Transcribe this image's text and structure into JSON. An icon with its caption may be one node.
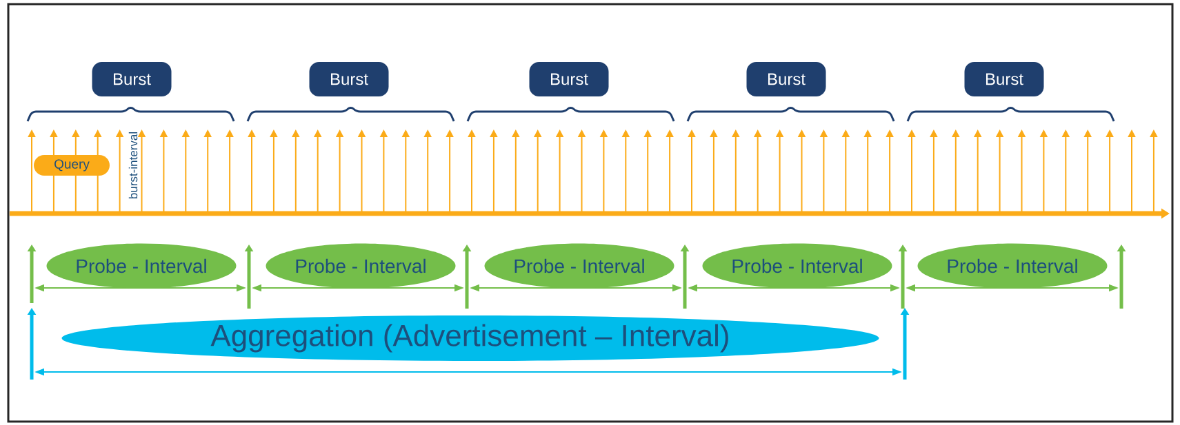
{
  "diagram": {
    "nodes": [
      {
        "text": [
          "Burst"
        ]
      },
      {
        "text": [
          "Burst"
        ]
      },
      {
        "text": [
          "Burst"
        ]
      },
      {
        "text": [
          "Burst"
        ]
      },
      {
        "text": [
          "Burst"
        ]
      },
      {
        "text": [
          "Query"
        ]
      },
      {
        "text": [
          "Probe - Interval"
        ]
      },
      {
        "text": [
          "Probe - Interval"
        ]
      },
      {
        "text": [
          "Probe - Interval"
        ]
      },
      {
        "text": [
          "Probe - Interval"
        ]
      },
      {
        "text": [
          "Probe - Interval"
        ]
      },
      {
        "text": [
          "Aggregation (Advertisement – Interval)"
        ]
      }
    ],
    "labels": [
      "burst-interval"
    ]
  }
}
